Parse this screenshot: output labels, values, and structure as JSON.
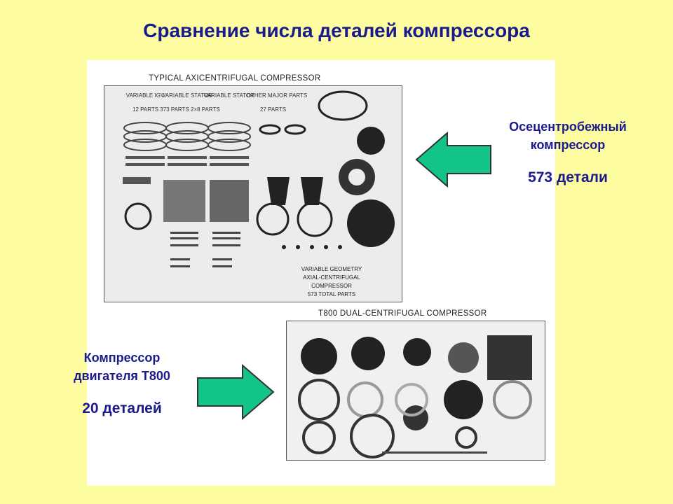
{
  "slide": {
    "title": "Сравнение числа деталей компрессора"
  },
  "top_photo": {
    "caption": "TYPICAL AXICENTRIFUGAL COMPRESSOR",
    "col1": "VARIABLE IGV",
    "col2": "VARIABLE STATOR",
    "col3": "VARIABLE STATOR",
    "col4": "OTHER MAJOR PARTS",
    "parts_line": "12 PARTS  373 PARTS  2×8 PARTS",
    "other_parts": "27 PARTS",
    "note1": "VARIABLE GEOMETRY",
    "note2": "AXIAL-CENTRIFUGAL",
    "note3": "COMPRESSOR",
    "note4": "573 TOTAL PARTS"
  },
  "bottom_photo": {
    "caption": "T800 DUAL-CENTRIFUGAL COMPRESSOR"
  },
  "right_label": {
    "line1": "Осецентробежный",
    "line2": "компрессор",
    "count": "573 детали"
  },
  "left_label": {
    "line1": "Компрессор",
    "line2": "двигателя Т800",
    "count": "20 деталей"
  },
  "colors": {
    "background": "#fefca0",
    "text": "#1a1a8c",
    "arrow_fill": "#12c48a"
  }
}
